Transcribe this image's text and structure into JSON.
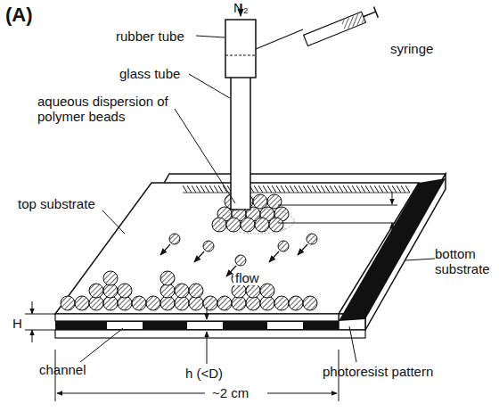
{
  "diagram": {
    "labels": [
      "(A)",
      "N₂",
      "rubber tube",
      "syringe",
      "glass tube",
      "aqueous dispersion of polymer beads",
      "D",
      "top substrate",
      "flow",
      "bottom substrate",
      "H",
      "channel",
      "h (<D)",
      "photoresist pattern",
      "~2 cm"
    ]
  }
}
